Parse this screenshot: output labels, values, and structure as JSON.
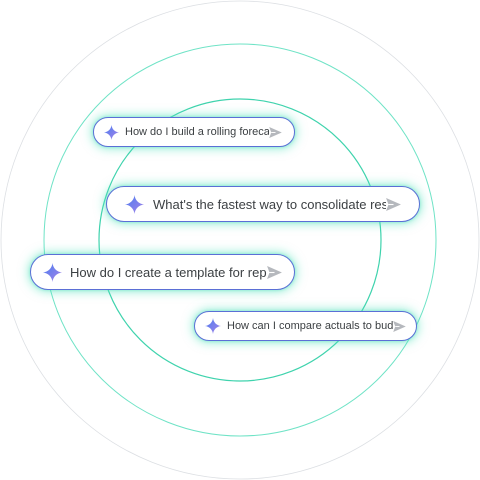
{
  "colors": {
    "ring": "#6fe3c6",
    "pill_border": "#5b6fd6",
    "glow": "#50e2bc",
    "text": "#3c4043",
    "send_icon": "#b5b8bd",
    "spark_start": "#4a7cf0",
    "spark_end": "#a784e8"
  },
  "icons": {
    "leading": "sparkle-icon",
    "trailing": "send-icon"
  },
  "prompts": [
    {
      "text": "How do I build a rolling forecast?"
    },
    {
      "text": "What's the fastest way to consolidate results?"
    },
    {
      "text": "How do I create a template for reports?"
    },
    {
      "text": "How can I compare actuals to budget?"
    }
  ]
}
